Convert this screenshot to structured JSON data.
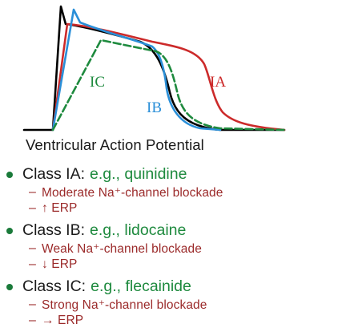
{
  "figure": {
    "caption": "Ventricular Action Potential",
    "curve_labels": {
      "ia": "IA",
      "ib": "IB",
      "ic": "IC"
    },
    "colors": {
      "baseline": "#000000",
      "ia": "#cc2a2a",
      "ib": "#2a8fd8",
      "ic": "#1e8a3e"
    }
  },
  "classes": [
    {
      "name": "Class IA:",
      "drug": "e.g., quinidine",
      "effects": [
        "Moderate Na⁺-channel blockade",
        "↑ ERP"
      ]
    },
    {
      "name": "Class IB:",
      "drug": "e.g., lidocaine",
      "effects": [
        "Weak Na⁺-channel blockade",
        "↓ ERP"
      ]
    },
    {
      "name": "Class IC:",
      "drug": "e.g., flecainide",
      "effects": [
        "Strong Na⁺-channel blockade",
        "→ ERP"
      ]
    }
  ],
  "sub_bullet": "–"
}
